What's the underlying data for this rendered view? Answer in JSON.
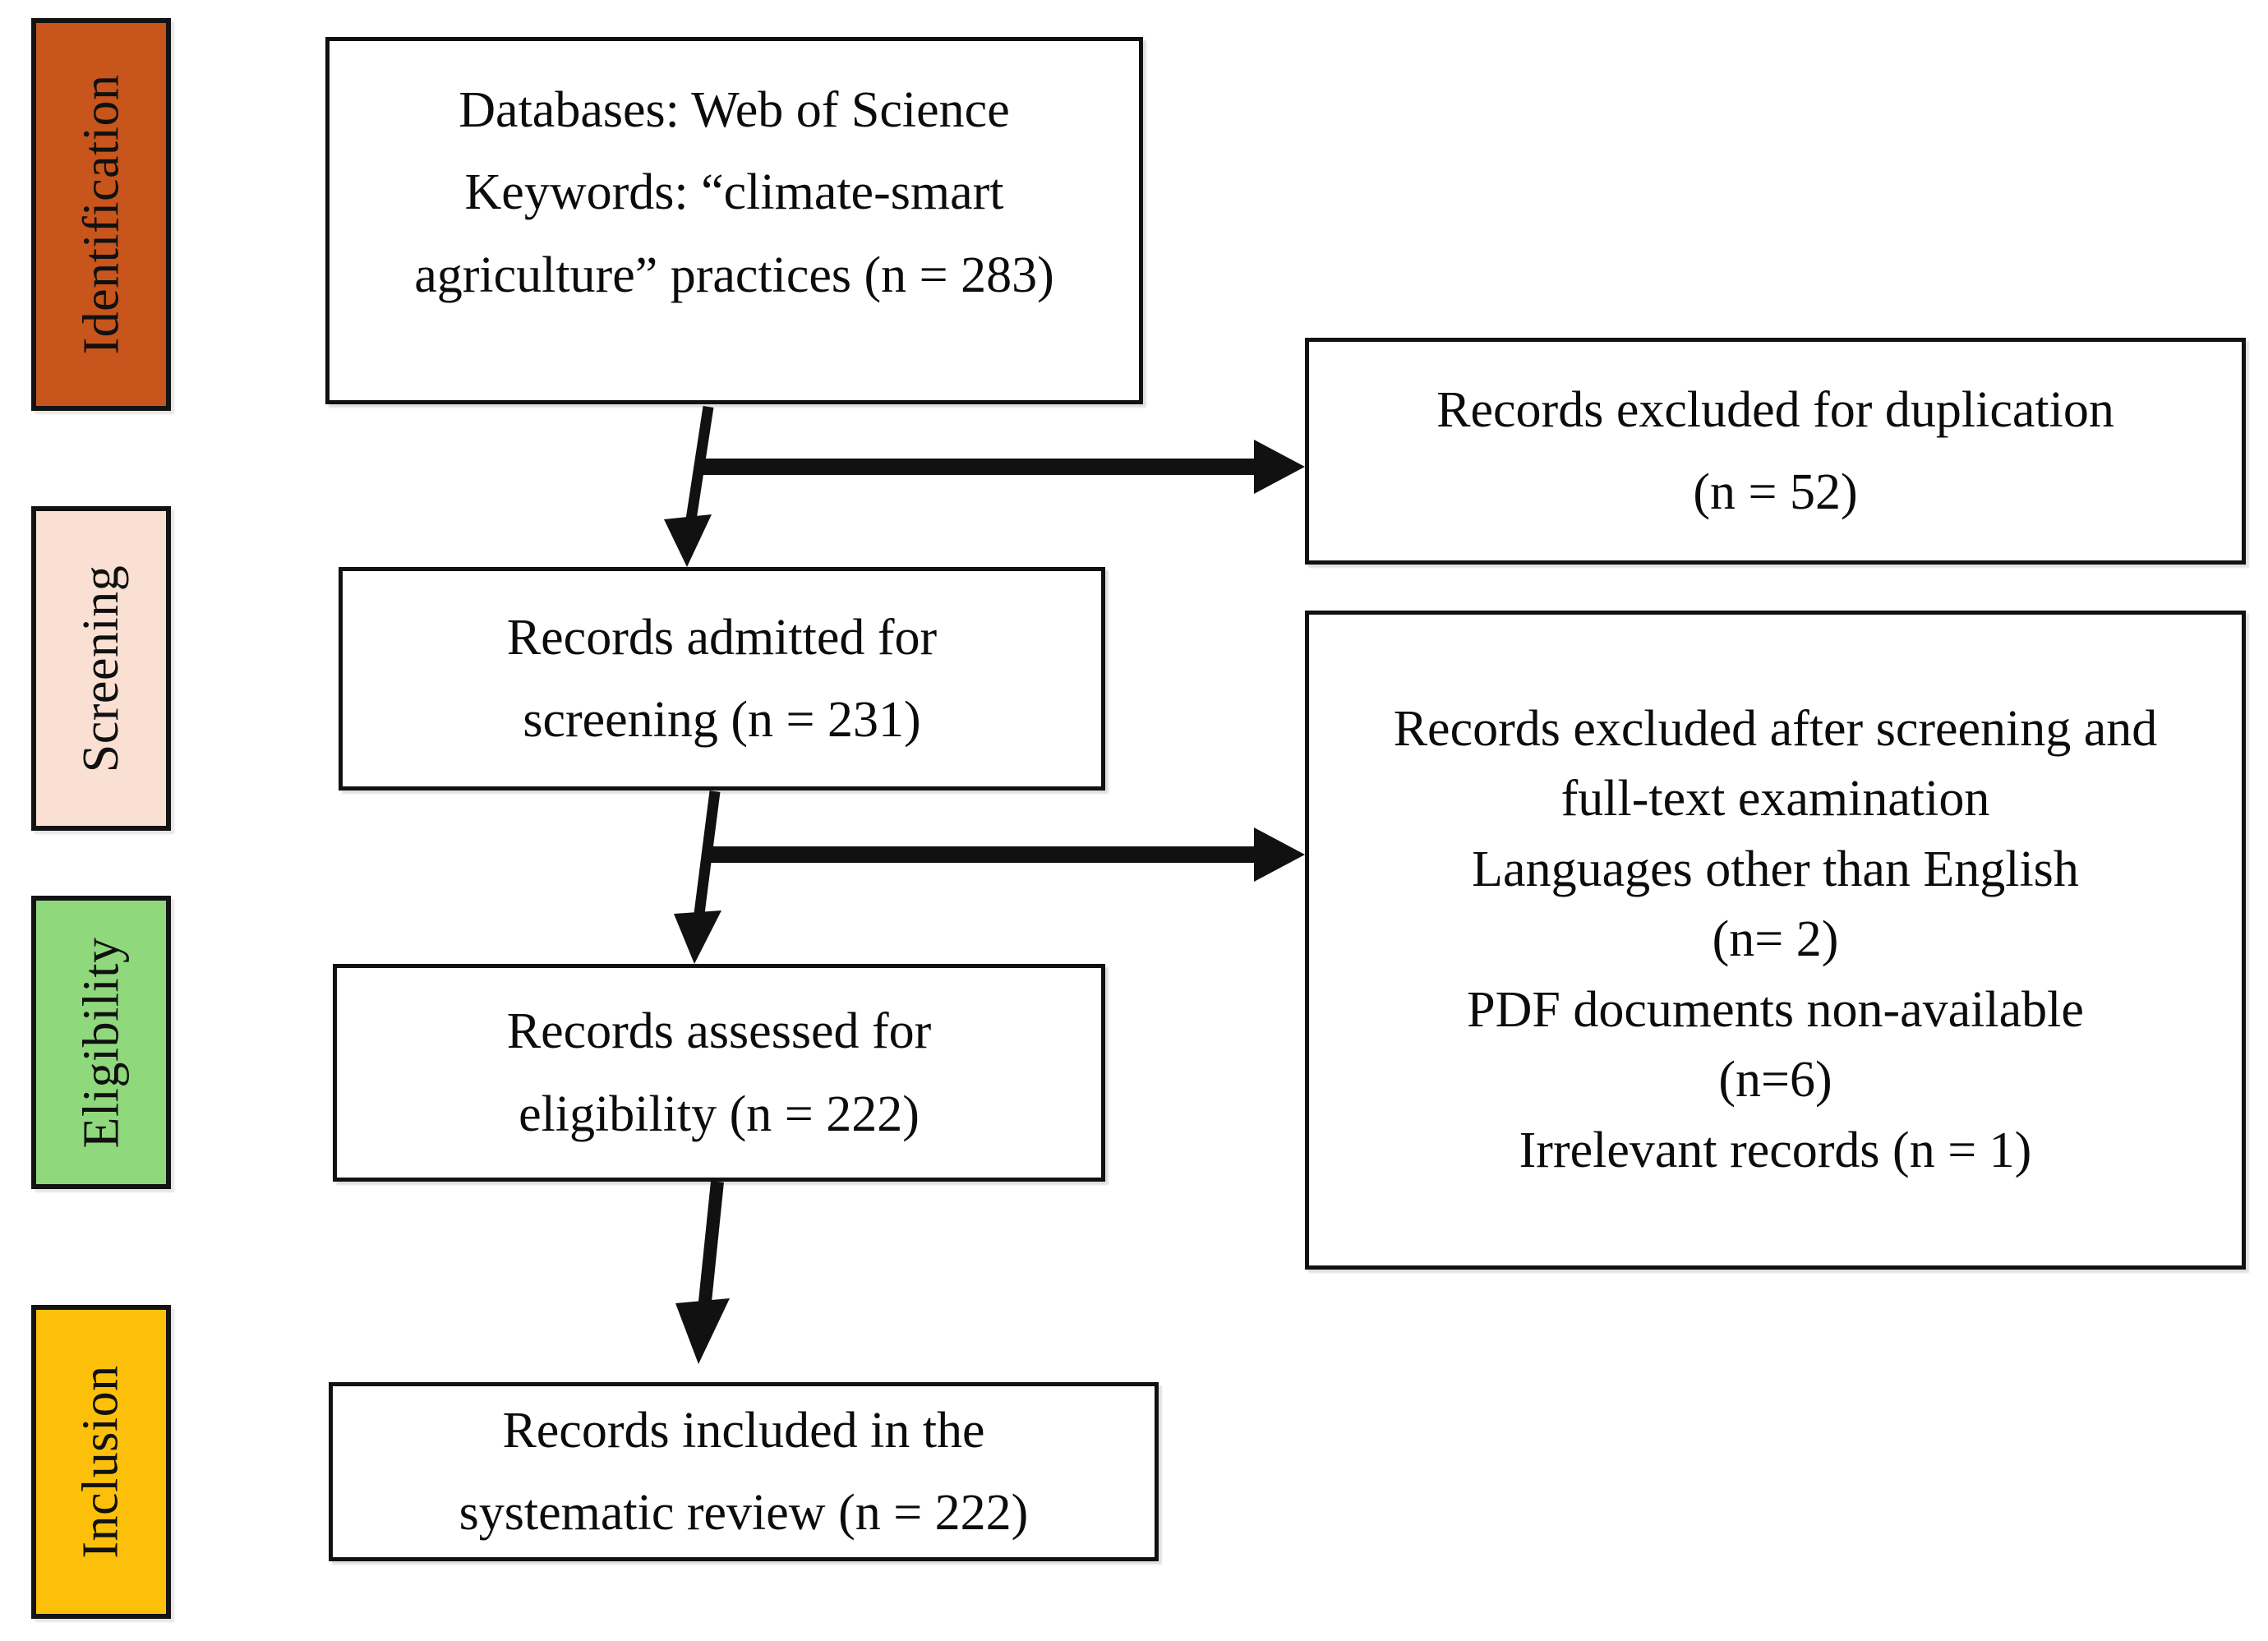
{
  "diagram": {
    "type": "prisma-flow-diagram",
    "title": "PRISMA systematic review flow diagram",
    "stages": [
      {
        "id": "identification",
        "label": "Identification",
        "color": "#C7551C"
      },
      {
        "id": "screening",
        "label": "Screening",
        "color": "#FAE0D3"
      },
      {
        "id": "eligibility",
        "label": "Eligibility",
        "color": "#8FD97C"
      },
      {
        "id": "inclusion",
        "label": "Inclusion",
        "color": "#FCC00B"
      }
    ],
    "boxes": {
      "identification": {
        "id": "identification-box",
        "lines": [
          "Databases: Web of Science",
          "Keywords: “climate-smart",
          "agriculture” practices (n = 283)"
        ],
        "count": 283
      },
      "screening": {
        "id": "screening-box",
        "lines": [
          "Records admitted for",
          "screening (n = 231)"
        ],
        "count": 231
      },
      "eligibility": {
        "id": "eligibility-box",
        "lines": [
          "Records assessed for",
          "eligibility (n = 222)"
        ],
        "count": 222
      },
      "inclusion": {
        "id": "inclusion-box",
        "lines": [
          "Records included in the",
          "systematic review (n = 222)"
        ],
        "count": 222
      },
      "excluded_duplication": {
        "id": "excluded-duplication-box",
        "lines": [
          "Records excluded for duplication",
          "(n = 52)"
        ],
        "count": 52
      },
      "excluded_screening": {
        "id": "excluded-screening-box",
        "lines": [
          "Records excluded after screening and",
          "full-text examination",
          "Languages other than English",
          "(n= 2)",
          "PDF documents non-available",
          "(n=6)",
          "Irrelevant records (n = 1)"
        ],
        "counts": {
          "languages_other_than_english": 2,
          "pdf_non_available": 6,
          "irrelevant_records": 1
        }
      }
    },
    "arrows": [
      {
        "id": "arrow-identification-to-screening",
        "kind": "down-arrow"
      },
      {
        "id": "arrow-to-excluded-duplication",
        "kind": "right-arrow"
      },
      {
        "id": "arrow-screening-to-eligibility",
        "kind": "down-arrow"
      },
      {
        "id": "arrow-to-excluded-screening",
        "kind": "right-arrow"
      },
      {
        "id": "arrow-eligibility-to-inclusion",
        "kind": "down-arrow"
      }
    ],
    "stroke_color": "#111111",
    "background": "#FFFFFF"
  }
}
